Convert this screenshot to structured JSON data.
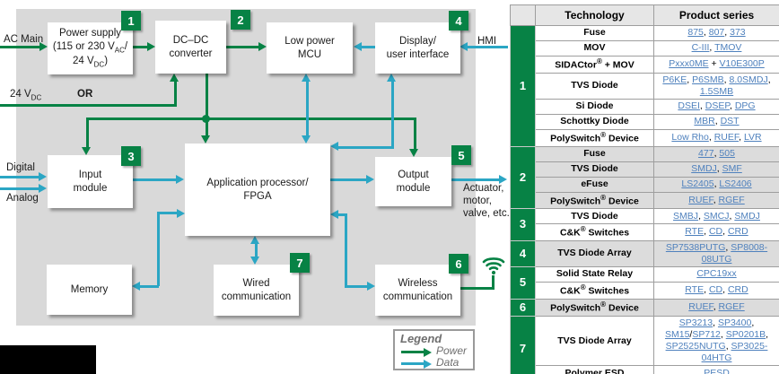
{
  "colors": {
    "green_power": "#078245",
    "teal_data": "#2BA6C4",
    "diagram_bg": "#D9D9D9",
    "link_blue": "#4F81BD",
    "badge_green": "#078245"
  },
  "diagram": {
    "labels": {
      "ac_main": "AC Main",
      "v24": "24 V~DC~",
      "or_label": "OR",
      "digital": "Digital",
      "analog": "Analog",
      "hmi": "HMI",
      "actuator": "Actuator,\nmotor,\nvalve, etc."
    },
    "blocks": {
      "power_supply": {
        "label": "Power supply\n(115 or 230 V~AC~/\n24 V~DC~)",
        "badge": "1"
      },
      "dcdc": {
        "label": "DC–DC\nconverter",
        "badge": "2"
      },
      "mcu": {
        "label": "Low power\nMCU"
      },
      "display": {
        "label": "Display/\nuser interface",
        "badge": "4"
      },
      "input": {
        "label": "Input\nmodule",
        "badge": "3"
      },
      "app": {
        "label": "Application processor/\nFPGA"
      },
      "output": {
        "label": "Output\nmodule",
        "badge": "5"
      },
      "memory": {
        "label": "Memory"
      },
      "wired": {
        "label": "Wired\ncommunication",
        "badge": "7"
      },
      "wireless": {
        "label": "Wireless\ncommunication",
        "badge": "6"
      }
    },
    "icons": {
      "wireless_signal": "wifi-icon"
    },
    "legend": {
      "title": "Legend",
      "power_label": "Power",
      "data_label": "Data"
    }
  },
  "table": {
    "header": {
      "technology": "Technology",
      "products": "Product series"
    },
    "groups": [
      {
        "num": "1",
        "shaded": false,
        "rows": [
          {
            "tech": "Fuse",
            "products": [
              "875",
              "807",
              "373"
            ],
            "lines": 1
          },
          {
            "tech": "MOV",
            "products": [
              "C-III",
              "TMOV"
            ],
            "lines": 1
          },
          {
            "tech": "SIDACtor^®^ + MOV",
            "products": [
              "Pxxx0ME",
              "V10E300P"
            ],
            "seps": [
              " + "
            ],
            "lines": 1
          },
          {
            "tech": "TVS Diode",
            "products": [
              "P6KE",
              "P6SMB",
              "8.0SMDJ",
              "1.5SMB"
            ],
            "lines": 2
          },
          {
            "tech": "Si Diode",
            "products": [
              "DSEI",
              "DSEP",
              "DPG"
            ],
            "lines": 1
          },
          {
            "tech": "Schottky Diode",
            "products": [
              "MBR",
              "DST"
            ],
            "lines": 1
          },
          {
            "tech": "PolySwitch^®^ Device",
            "products": [
              "Low Rho",
              "RUEF",
              "LVR"
            ],
            "lines": 1
          }
        ]
      },
      {
        "num": "2",
        "shaded": true,
        "rows": [
          {
            "tech": "Fuse",
            "products": [
              "477",
              "505"
            ],
            "lines": 1
          },
          {
            "tech": "TVS Diode",
            "products": [
              "SMDJ",
              "SMF"
            ],
            "lines": 1
          },
          {
            "tech": "eFuse",
            "products": [
              "LS2405",
              "LS2406"
            ],
            "lines": 1
          },
          {
            "tech": "PolySwitch^®^ Device",
            "products": [
              "RUEF",
              "RGEF"
            ],
            "lines": 1
          }
        ]
      },
      {
        "num": "3",
        "shaded": false,
        "rows": [
          {
            "tech": "TVS Diode",
            "products": [
              "SMBJ",
              "SMCJ",
              "SMDJ"
            ],
            "lines": 1
          },
          {
            "tech": "C&K^®^ Switches",
            "products": [
              "RTE",
              "CD",
              "CRD"
            ],
            "lines": 1
          }
        ]
      },
      {
        "num": "4",
        "shaded": true,
        "rows": [
          {
            "tech": "TVS Diode Array",
            "products": [
              "SP7538PUTG",
              "SP8008-08UTG"
            ],
            "lines": 2
          }
        ]
      },
      {
        "num": "5",
        "shaded": false,
        "rows": [
          {
            "tech": "Solid State Relay",
            "products": [
              "CPC19xx"
            ],
            "lines": 1
          },
          {
            "tech": "C&K^®^ Switches",
            "products": [
              "RTE",
              "CD",
              "CRD"
            ],
            "lines": 1
          }
        ]
      },
      {
        "num": "6",
        "shaded": true,
        "rows": [
          {
            "tech": "PolySwitch^®^ Device",
            "products": [
              "RUEF",
              "RGEF"
            ],
            "lines": 1
          }
        ]
      },
      {
        "num": "7",
        "shaded": false,
        "rows": [
          {
            "tech": "TVS Diode Array",
            "products": [
              "SP3213",
              "SP3400",
              "SM15",
              "SP712",
              "SP0201B",
              "SP2525NUTG",
              "SP3025-04HTG"
            ],
            "seps": [
              ", ",
              ", ",
              "/",
              ", ",
              ", ",
              ", "
            ],
            "lines": 3
          },
          {
            "tech": "Polymer ESD",
            "products": [
              "PESD"
            ],
            "lines": 1
          }
        ]
      }
    ]
  }
}
